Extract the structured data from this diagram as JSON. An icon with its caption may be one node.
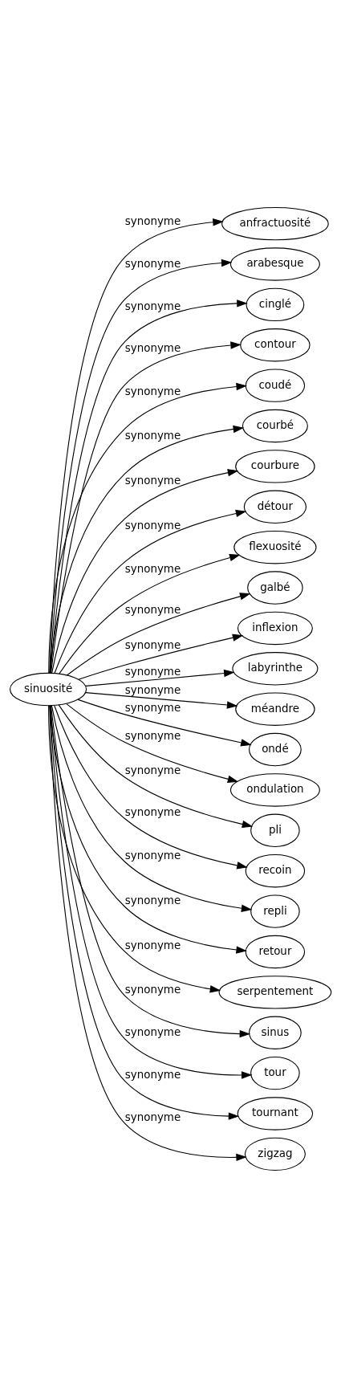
{
  "diagram": {
    "nodes": [
      {
        "text": [
          "sinuosité"
        ]
      },
      {
        "text": [
          "anfractuosité"
        ]
      },
      {
        "text": [
          "arabesque"
        ]
      },
      {
        "text": [
          "cinglé"
        ]
      },
      {
        "text": [
          "contour"
        ]
      },
      {
        "text": [
          "coudé"
        ]
      },
      {
        "text": [
          "courbé"
        ]
      },
      {
        "text": [
          "courbure"
        ]
      },
      {
        "text": [
          "détour"
        ]
      },
      {
        "text": [
          "flexuosité"
        ]
      },
      {
        "text": [
          "galbé"
        ]
      },
      {
        "text": [
          "inflexion"
        ]
      },
      {
        "text": [
          "labyrinthe"
        ]
      },
      {
        "text": [
          "méandre"
        ]
      },
      {
        "text": [
          "ondé"
        ]
      },
      {
        "text": [
          "ondulation"
        ]
      },
      {
        "text": [
          "pli"
        ]
      },
      {
        "text": [
          "recoin"
        ]
      },
      {
        "text": [
          "repli"
        ]
      },
      {
        "text": [
          "retour"
        ]
      },
      {
        "text": [
          "serpentement"
        ]
      },
      {
        "text": [
          "sinus"
        ]
      },
      {
        "text": [
          "tour"
        ]
      },
      {
        "text": [
          "tournant"
        ]
      },
      {
        "text": [
          "zigzag"
        ]
      }
    ],
    "edges": [
      {
        "from": 0,
        "to": 1,
        "arrow": "to",
        "label": "synonyme"
      },
      {
        "from": 0,
        "to": 2,
        "arrow": "to",
        "label": "synonyme"
      },
      {
        "from": 0,
        "to": 3,
        "arrow": "to",
        "label": "synonyme"
      },
      {
        "from": 0,
        "to": 4,
        "arrow": "to",
        "label": "synonyme"
      },
      {
        "from": 0,
        "to": 5,
        "arrow": "to",
        "label": "synonyme"
      },
      {
        "from": 0,
        "to": 6,
        "arrow": "to",
        "label": "synonyme"
      },
      {
        "from": 0,
        "to": 7,
        "arrow": "to",
        "label": "synonyme"
      },
      {
        "from": 0,
        "to": 8,
        "arrow": "to",
        "label": "synonyme"
      },
      {
        "from": 0,
        "to": 9,
        "arrow": "to",
        "label": "synonyme"
      },
      {
        "from": 0,
        "to": 10,
        "arrow": "to",
        "label": "synonyme"
      },
      {
        "from": 0,
        "to": 11,
        "arrow": "to",
        "label": "synonyme"
      },
      {
        "from": 0,
        "to": 12,
        "arrow": "to",
        "label": "synonyme"
      },
      {
        "from": 0,
        "to": 13,
        "arrow": "to",
        "label": "synonyme"
      },
      {
        "from": 0,
        "to": 14,
        "arrow": "to",
        "label": "synonyme"
      },
      {
        "from": 0,
        "to": 15,
        "arrow": "to",
        "label": "synonyme"
      },
      {
        "from": 0,
        "to": 16,
        "arrow": "to",
        "label": "synonyme"
      },
      {
        "from": 0,
        "to": 17,
        "arrow": "to",
        "label": "synonyme"
      },
      {
        "from": 0,
        "to": 18,
        "arrow": "to",
        "label": "synonyme"
      },
      {
        "from": 0,
        "to": 19,
        "arrow": "to",
        "label": "synonyme"
      },
      {
        "from": 0,
        "to": 20,
        "arrow": "to",
        "label": "synonyme"
      },
      {
        "from": 0,
        "to": 21,
        "arrow": "to",
        "label": "synonyme"
      },
      {
        "from": 0,
        "to": 22,
        "arrow": "to",
        "label": "synonyme"
      },
      {
        "from": 0,
        "to": 23,
        "arrow": "to",
        "label": "synonyme"
      },
      {
        "from": 0,
        "to": 24,
        "arrow": "to",
        "label": "synonyme"
      }
    ]
  }
}
